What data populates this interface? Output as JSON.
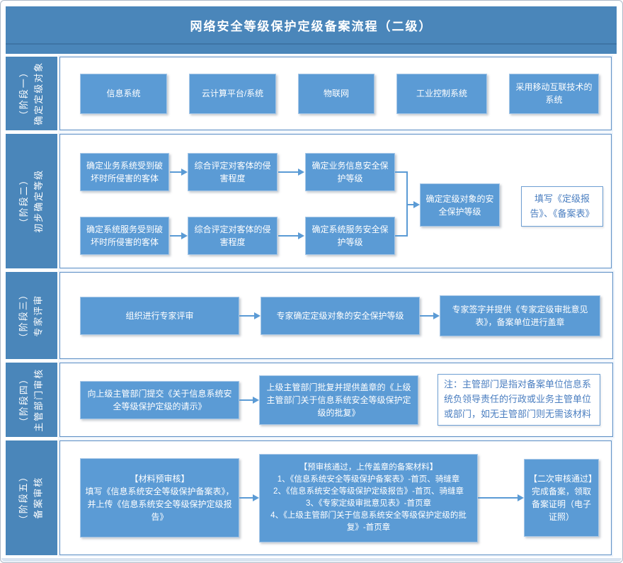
{
  "title": "网络安全等级保护定级备案流程（二级）",
  "phases": [
    {
      "line1": "（阶段一）",
      "line2": "确定定级对象"
    },
    {
      "line1": "（阶段二）",
      "line2": "初步确定等级"
    },
    {
      "line1": "（阶段三）",
      "line2": "专家评审"
    },
    {
      "line1": "（阶段四）",
      "line2": "主管部门审核"
    },
    {
      "line1": "（阶段五）",
      "line2": "备案审核"
    }
  ],
  "stage1": {
    "boxes": [
      "信息系统",
      "云计算平台/系统",
      "物联网",
      "工业控制系统",
      "采用移动互联技术的系统"
    ]
  },
  "stage2": {
    "top_chain": [
      "确定业务系统受到破坏时所侵害的客体",
      "综合评定对客体的侵害程度",
      "确定业务信息安全保护等级"
    ],
    "bottom_chain": [
      "确定系统服务受到破坏时所侵害的客体",
      "综合评定对客体的侵害程度",
      "确定系统服务安全保护等级"
    ],
    "merge": "确定定级对象的安全保护等级",
    "side_note": "填写《定级报告》、《备案表》"
  },
  "stage3": {
    "boxes": [
      "组织进行专家评审",
      "专家确定定级对象的安全保护等级",
      "专家签字并提供《专家定级审批意见表》，备案单位进行盖章"
    ]
  },
  "stage4": {
    "boxes": [
      "向上级主管部门提交《关于信息系统安全等级保护定级的请示》",
      "上级主管部门批复并提供盖章的《上级主管部门关于信息系统安全等级保护定级的批复》"
    ],
    "note": "注：主管部门是指对备案单位信息系统负领导责任的行政或业务主管单位或部门，如无主管部门则无需该材料"
  },
  "stage5": {
    "box1_title": "【材料预审核】",
    "box1_body": "填写《信息系统安全等级保护备案表》，并上传《信息系统安全等级保护定级报告》",
    "box2_title": "【预审核通过，上传盖章的备案材料】",
    "box2_items": [
      "1、《信息系统安全等级保护备案表》-首页、骑缝章",
      "2、《信息系统安全等级保护定级报告》-首页、骑缝章",
      "3、《专家定级审批意见表》-首页章",
      "4、《上级主管部门关于信息系统安全等级保护定级的批复》-首页章"
    ],
    "box3_title": "【二次审核通过】",
    "box3_body": "完成备案，领取备案证明（电子证照）"
  },
  "colors": {
    "accent_blue": "#5b9bd5",
    "header_blue": "#4a86ba",
    "note_text_blue": "#4a7ec0"
  }
}
